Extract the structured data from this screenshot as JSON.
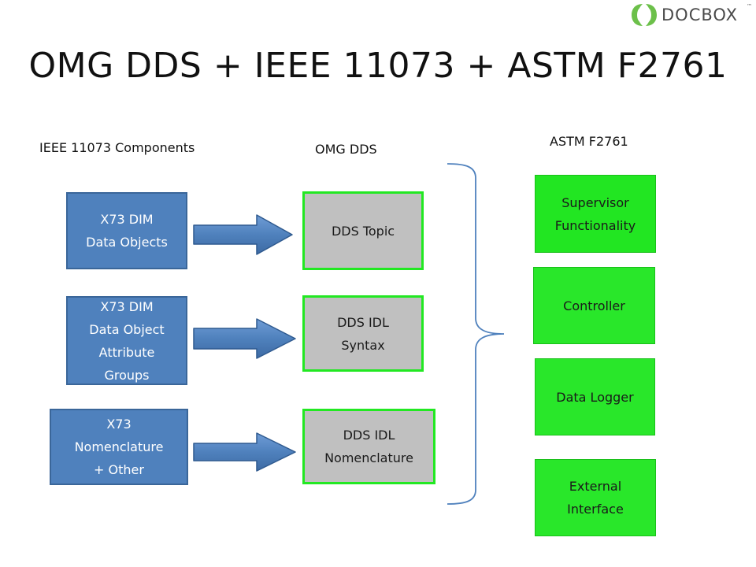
{
  "logo": {
    "brand": "DOCBOX",
    "tm": "™"
  },
  "title": "OMG DDS + IEEE 11073 + ASTM F2761",
  "columns": {
    "ieee": "IEEE 11073 Components",
    "omg": "OMG DDS",
    "astm": "ASTM F2761"
  },
  "ieee_boxes": [
    {
      "label": "X73 DIM\nData Objects"
    },
    {
      "label": "X73 DIM\nData Object\nAttribute\nGroups"
    },
    {
      "label": "X73\nNomenclature\n+ Other"
    }
  ],
  "dds_boxes": [
    {
      "label": "DDS Topic"
    },
    {
      "label": "DDS IDL\nSyntax"
    },
    {
      "label": "DDS IDL\nNomenclature"
    }
  ],
  "astm_boxes": [
    {
      "label": "Supervisor\nFunctionality"
    },
    {
      "label": "Controller"
    },
    {
      "label": "Data Logger"
    },
    {
      "label": "External\nInterface"
    }
  ],
  "colors": {
    "ieee_fill": "#4f81bd",
    "dds_fill": "#c0c0c0",
    "dds_border": "#22e822",
    "astm_fill": "#22e622",
    "brace": "#4f81bd"
  }
}
